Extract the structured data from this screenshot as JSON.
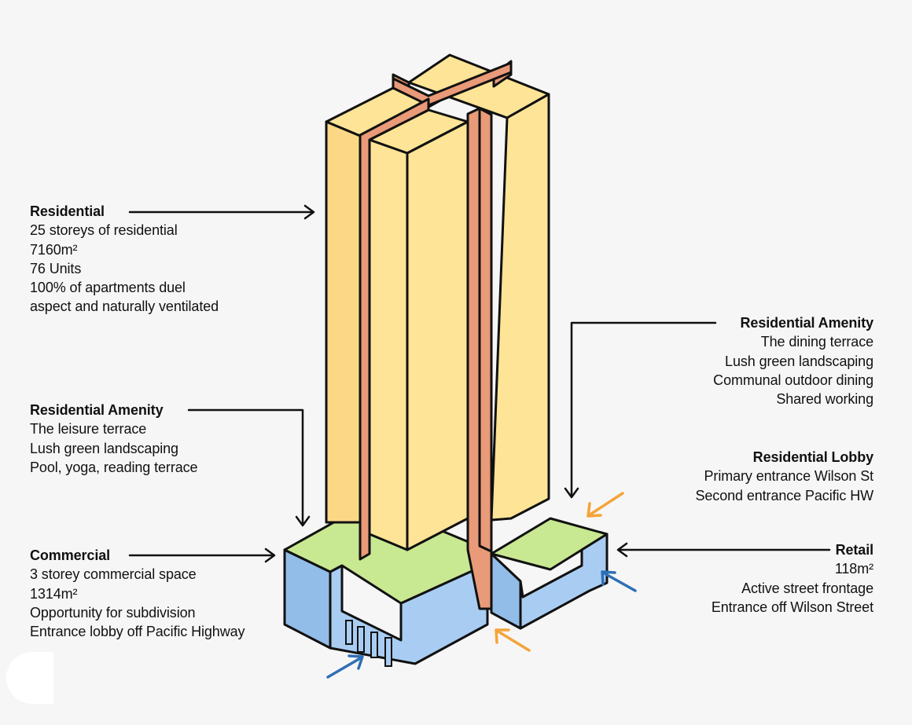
{
  "colors": {
    "residential": "#fde496",
    "residential_side": "#fcd886",
    "frame": "#e99a78",
    "amenity": "#c8e892",
    "commercial_top": "#c9e2f8",
    "commercial_front": "#a9cdf2",
    "commercial_side": "#92bde8",
    "arrow_orange": "#f4a43a",
    "arrow_blue": "#2f6fb5",
    "line": "#111111"
  },
  "labels": {
    "residential": {
      "title": "Residential",
      "lines": [
        "25 storeys of residential",
        "7160m²",
        "76 Units",
        "100% of apartments duel",
        "aspect and naturally ventilated"
      ]
    },
    "amenity_left": {
      "title": "Residential Amenity",
      "lines": [
        "The leisure terrace",
        "Lush green landscaping",
        "Pool, yoga, reading terrace"
      ]
    },
    "commercial": {
      "title": "Commercial",
      "lines": [
        "3 storey commercial space",
        "1314m²",
        "Opportunity for subdivision",
        "Entrance lobby off Pacific Highway"
      ]
    },
    "amenity_right": {
      "title": "Residential Amenity",
      "lines": [
        "The dining terrace",
        "Lush green landscaping",
        "Communal outdoor dining",
        "Shared working"
      ]
    },
    "lobby": {
      "title": "Residential Lobby",
      "lines": [
        "Primary entrance Wilson  St",
        "Second entrance Pacific HW"
      ]
    },
    "retail": {
      "title": "Retail",
      "lines": [
        "118m²",
        "Active street frontage",
        "Entrance off Wilson Street"
      ]
    }
  }
}
